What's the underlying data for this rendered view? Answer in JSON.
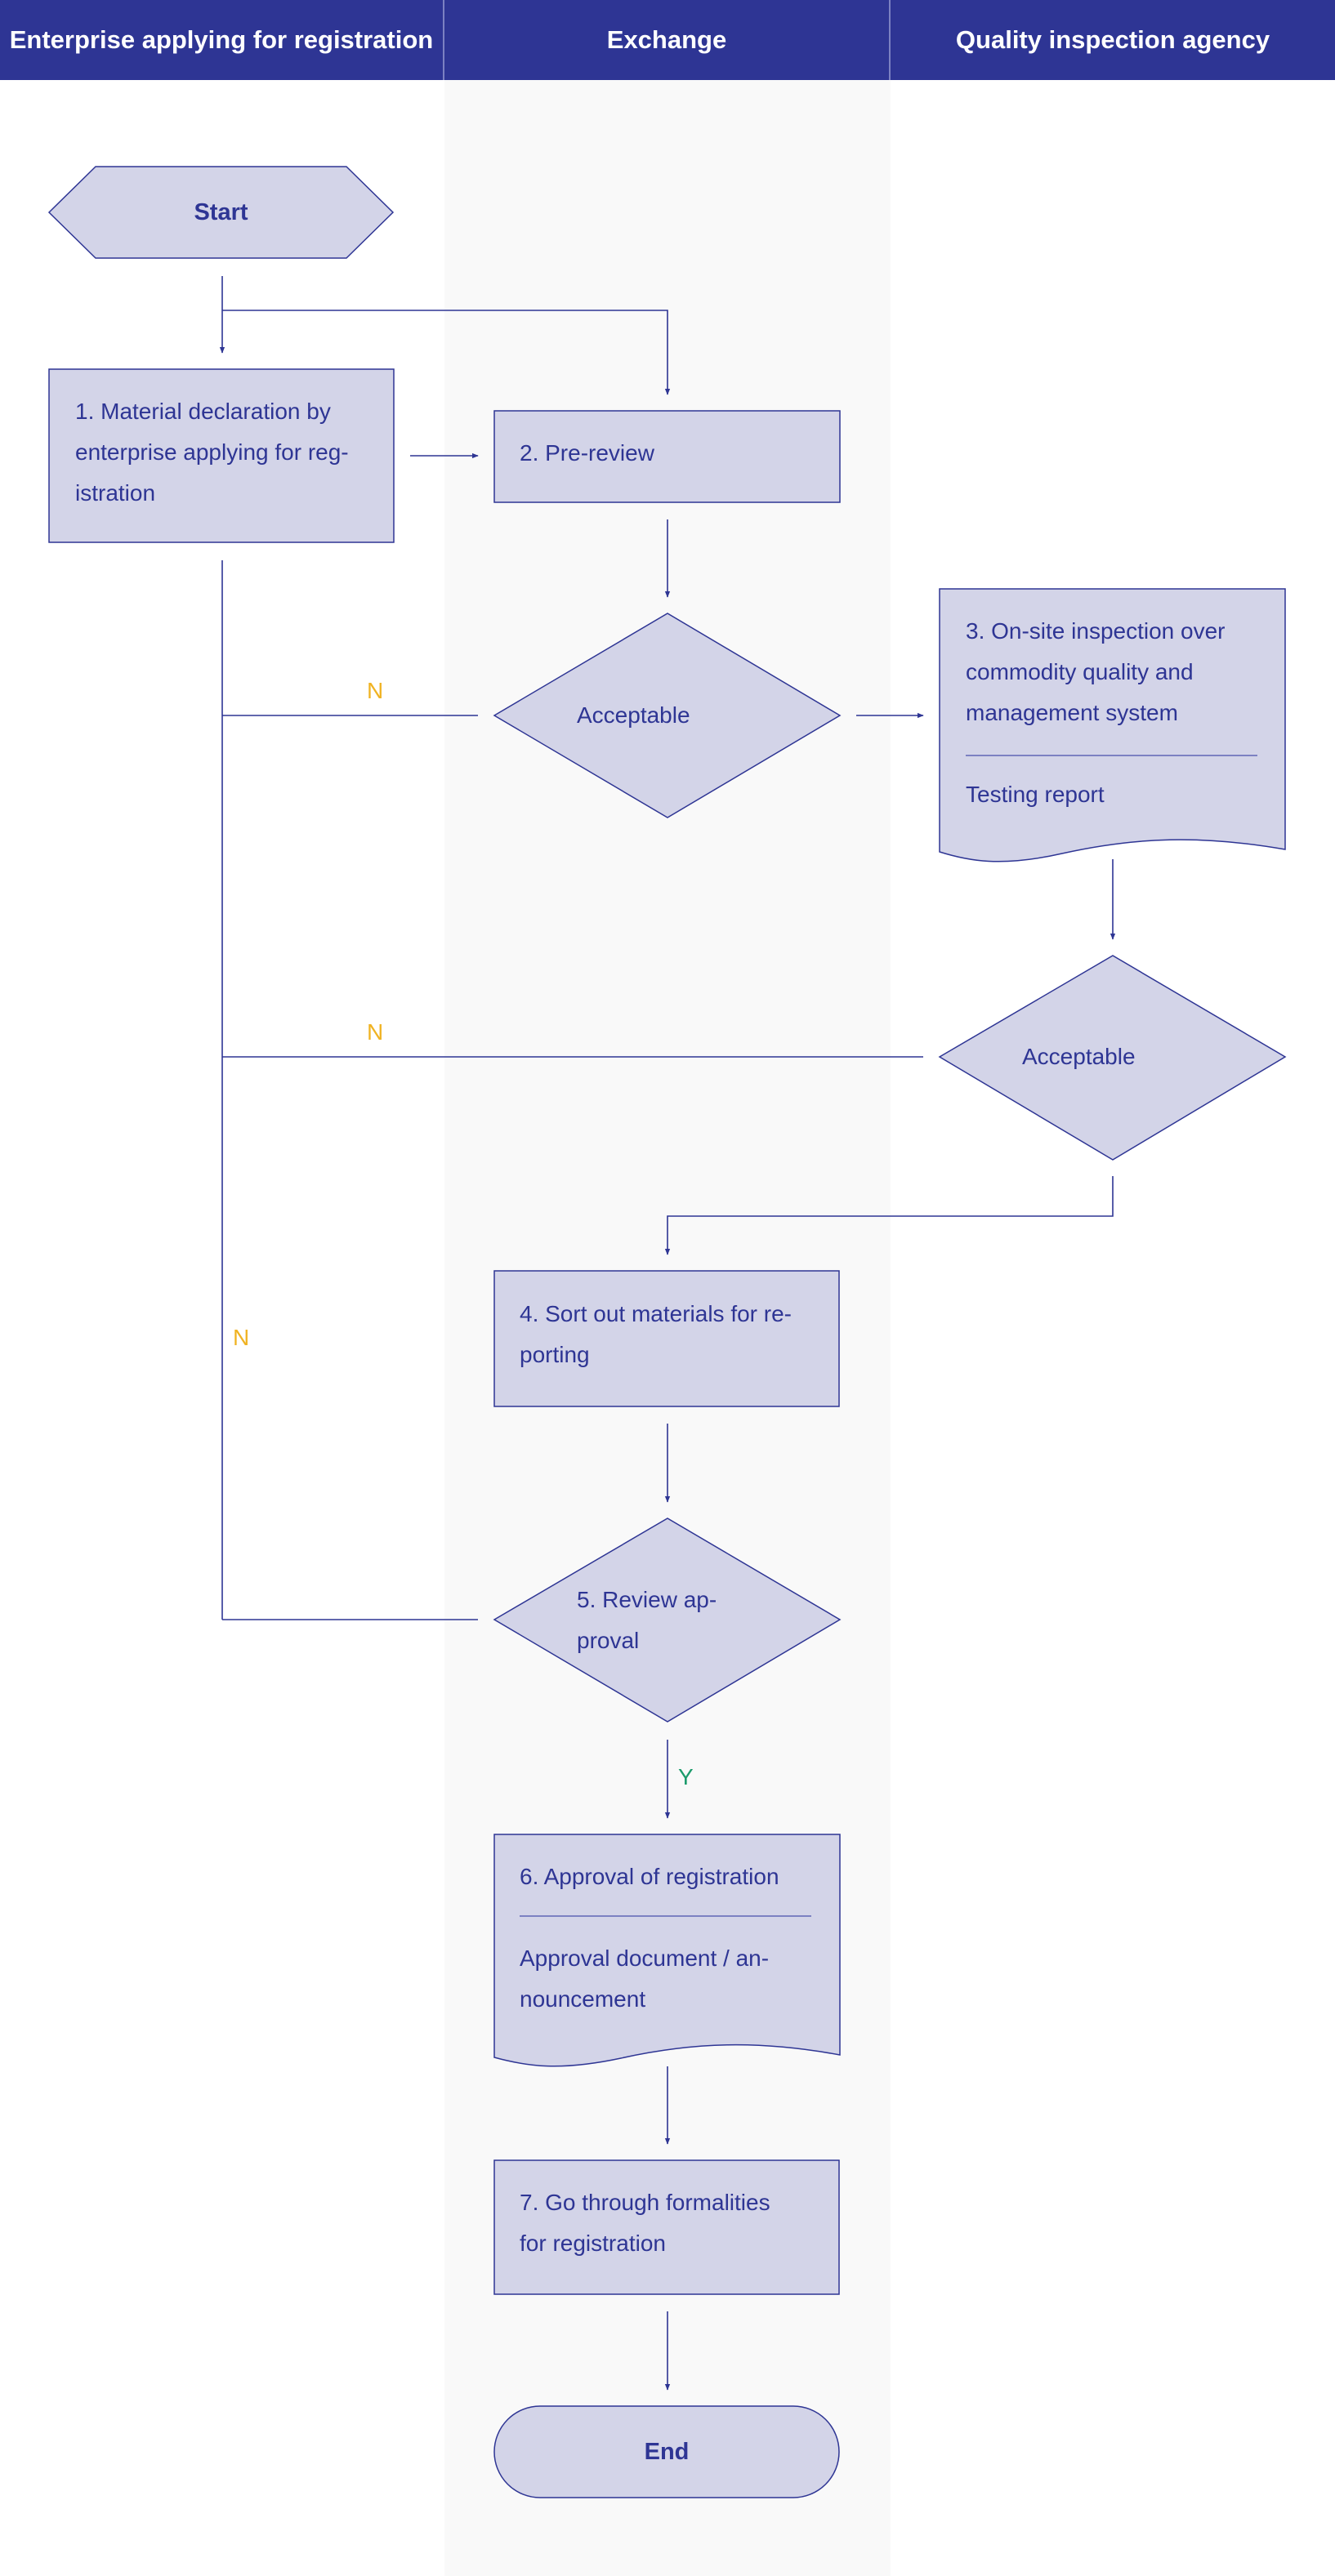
{
  "lanes": [
    {
      "label": "Enterprise applying for registration"
    },
    {
      "label": "Exchange"
    },
    {
      "label": "Quality inspection agency"
    }
  ],
  "nodes": {
    "start": {
      "label": "Start"
    },
    "step1": {
      "lines": [
        "1. Material declaration by",
        "enterprise applying for reg-",
        "istration"
      ]
    },
    "step2": {
      "label": "2. Pre-review"
    },
    "decision1": {
      "label": "Acceptable"
    },
    "step3": {
      "lines": [
        "3. On-site inspection over",
        "commodity quality and",
        "management system"
      ],
      "doc": "Testing report"
    },
    "decision2": {
      "label": "Acceptable"
    },
    "step4": {
      "lines": [
        "4. Sort out materials for re-",
        "porting"
      ]
    },
    "step5": {
      "lines": [
        "5. Review ap-",
        "proval"
      ]
    },
    "step6": {
      "title": "6. Approval of registration",
      "doc_lines": [
        "Approval document / an-",
        "nouncement"
      ]
    },
    "step7": {
      "lines": [
        "7. Go through formalities",
        "for registration"
      ]
    },
    "end": {
      "label": "End"
    }
  },
  "edge_labels": {
    "n1": "N",
    "n2": "N",
    "n3": "N",
    "y": "Y"
  },
  "colors": {
    "header_bg": "#2e3594",
    "node_fill": "#d3d4e8",
    "stroke": "#2e3594",
    "no_label": "#f0b323",
    "yes_label": "#1b9b6b"
  }
}
